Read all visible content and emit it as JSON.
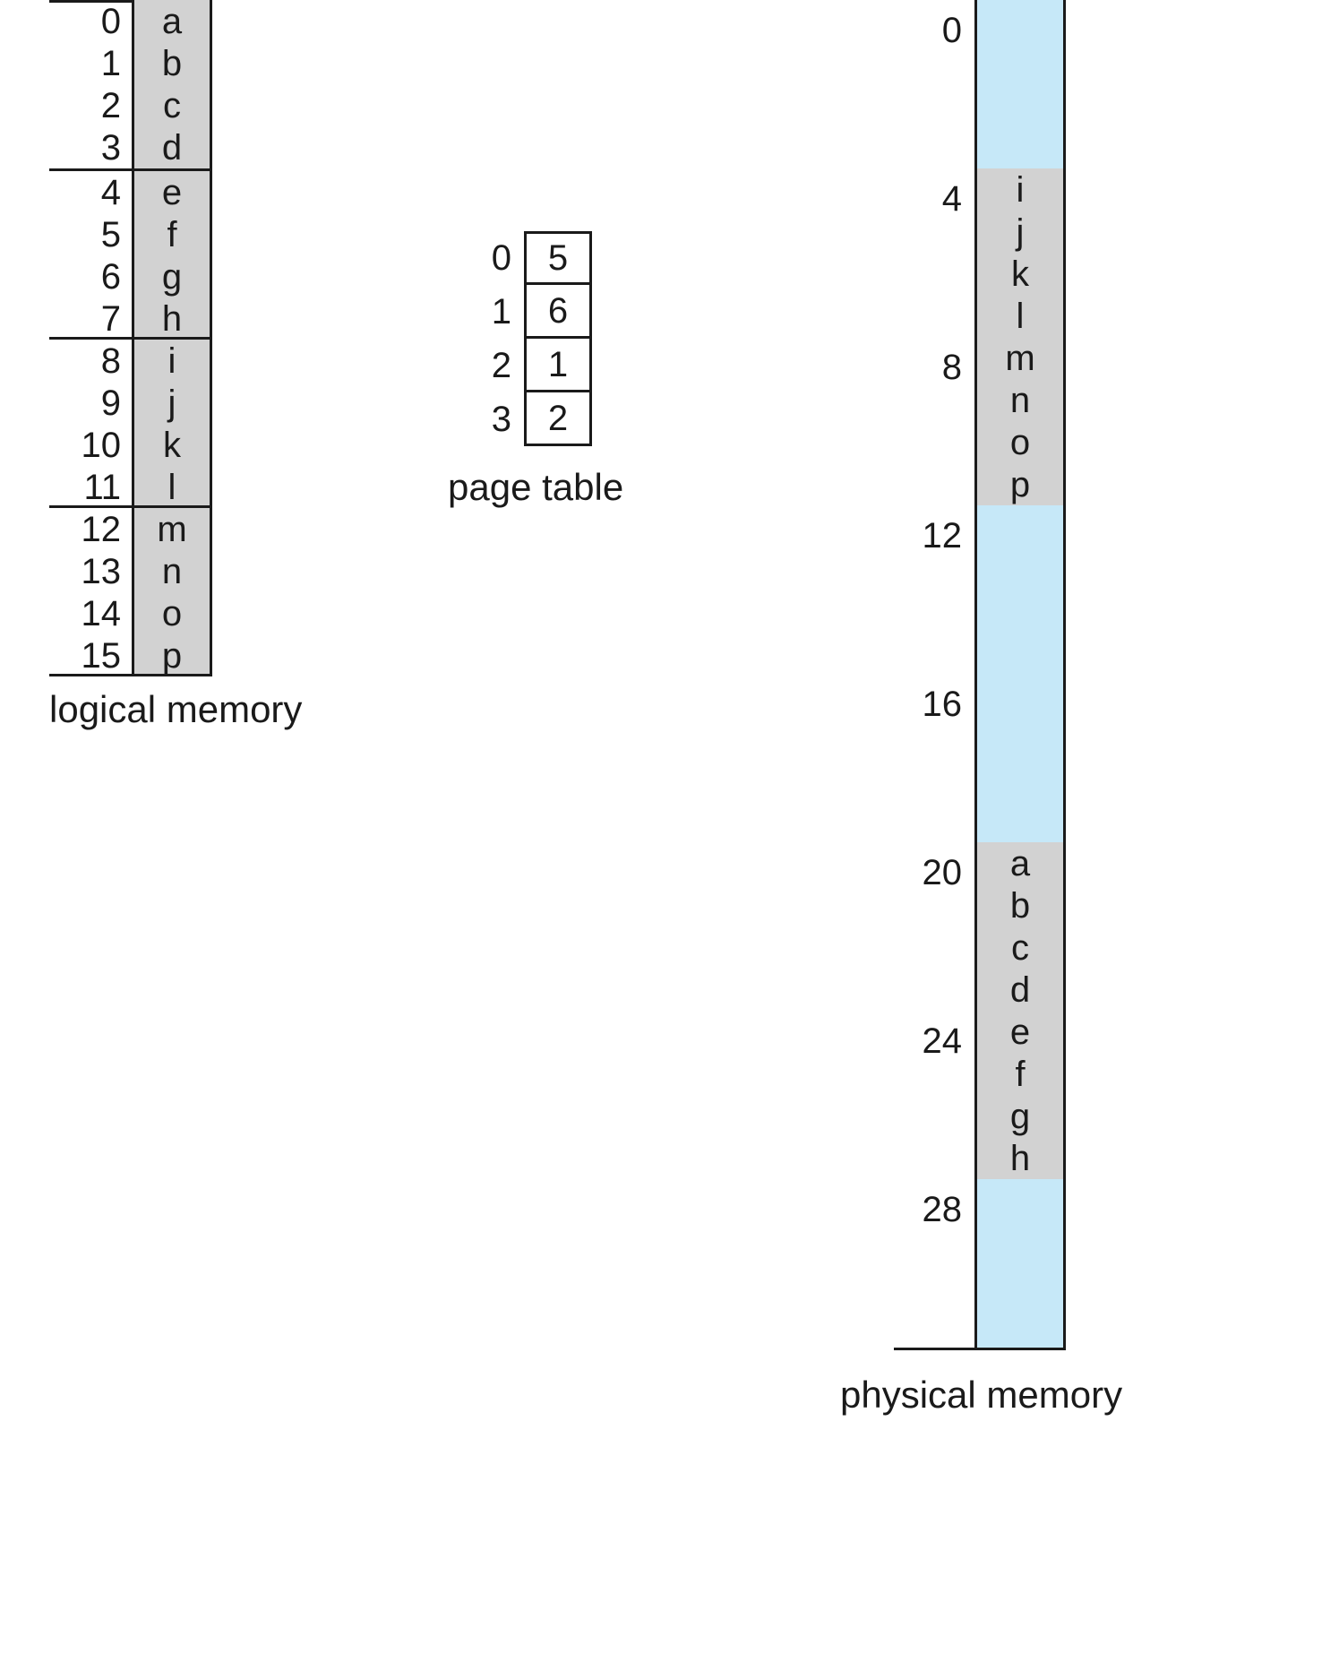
{
  "diagram": {
    "title": "paging-model-logical-physical-memory"
  },
  "logical_memory": {
    "label": "logical memory",
    "pages": [
      {
        "page_number": 0,
        "rows": [
          {
            "address": "0",
            "value": "a"
          },
          {
            "address": "1",
            "value": "b"
          },
          {
            "address": "2",
            "value": "c"
          },
          {
            "address": "3",
            "value": "d"
          }
        ]
      },
      {
        "page_number": 1,
        "rows": [
          {
            "address": "4",
            "value": "e"
          },
          {
            "address": "5",
            "value": "f"
          },
          {
            "address": "6",
            "value": "g"
          },
          {
            "address": "7",
            "value": "h"
          }
        ]
      },
      {
        "page_number": 2,
        "rows": [
          {
            "address": "8",
            "value": "i"
          },
          {
            "address": "9",
            "value": "j"
          },
          {
            "address": "10",
            "value": "k"
          },
          {
            "address": "11",
            "value": "l"
          }
        ]
      },
      {
        "page_number": 3,
        "rows": [
          {
            "address": "12",
            "value": "m"
          },
          {
            "address": "13",
            "value": "n"
          },
          {
            "address": "14",
            "value": "o"
          },
          {
            "address": "15",
            "value": "p"
          }
        ]
      }
    ]
  },
  "page_table": {
    "label": "page table",
    "entries": [
      {
        "index": "0",
        "frame": "5"
      },
      {
        "index": "1",
        "frame": "6"
      },
      {
        "index": "2",
        "frame": "1"
      },
      {
        "index": "3",
        "frame": "2"
      }
    ]
  },
  "physical_memory": {
    "label": "physical memory",
    "frames": [
      {
        "frame_number": 0,
        "address": "0",
        "state": "empty",
        "values": [
          "",
          "",
          "",
          ""
        ]
      },
      {
        "frame_number": 1,
        "address": "4",
        "state": "filled",
        "values": [
          "i",
          "j",
          "k",
          "l"
        ]
      },
      {
        "frame_number": 2,
        "address": "8",
        "state": "filled",
        "values": [
          "m",
          "n",
          "o",
          "p"
        ]
      },
      {
        "frame_number": 3,
        "address": "12",
        "state": "empty",
        "values": [
          "",
          "",
          "",
          ""
        ]
      },
      {
        "frame_number": 4,
        "address": "16",
        "state": "empty",
        "values": [
          "",
          "",
          "",
          ""
        ]
      },
      {
        "frame_number": 5,
        "address": "20",
        "state": "filled",
        "values": [
          "a",
          "b",
          "c",
          "d"
        ]
      },
      {
        "frame_number": 6,
        "address": "24",
        "state": "filled",
        "values": [
          "e",
          "f",
          "g",
          "h"
        ]
      },
      {
        "frame_number": 7,
        "address": "28",
        "state": "empty",
        "values": [
          "",
          "",
          "",
          ""
        ]
      }
    ]
  },
  "colors": {
    "occupied_fill": "#d2d2d2",
    "free_fill": "#c6e8f8",
    "line": "#1a1a1a",
    "text": "#1a1a1a",
    "background": "#ffffff"
  }
}
